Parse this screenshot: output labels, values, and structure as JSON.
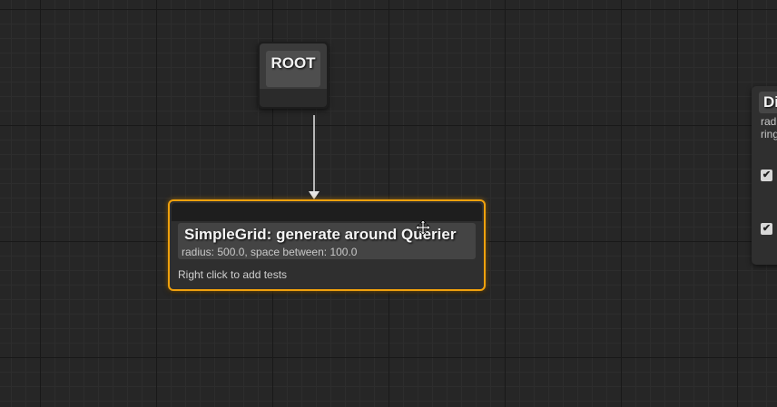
{
  "graph": {
    "root_node": {
      "title": "ROOT"
    },
    "generator_node": {
      "title": "SimpleGrid: generate around Querier",
      "subtitle": "radius: 500.0, space between: 100.0",
      "hint": "Right click to add tests",
      "selected": true,
      "selection_color": "#f0a10d"
    },
    "side_node": {
      "title": "Di",
      "line1": "rad",
      "line2": "ring",
      "checks": [
        "✔",
        "✔"
      ]
    },
    "wire_color": "#e6e6e6",
    "cursor": "move-cursor-icon"
  }
}
